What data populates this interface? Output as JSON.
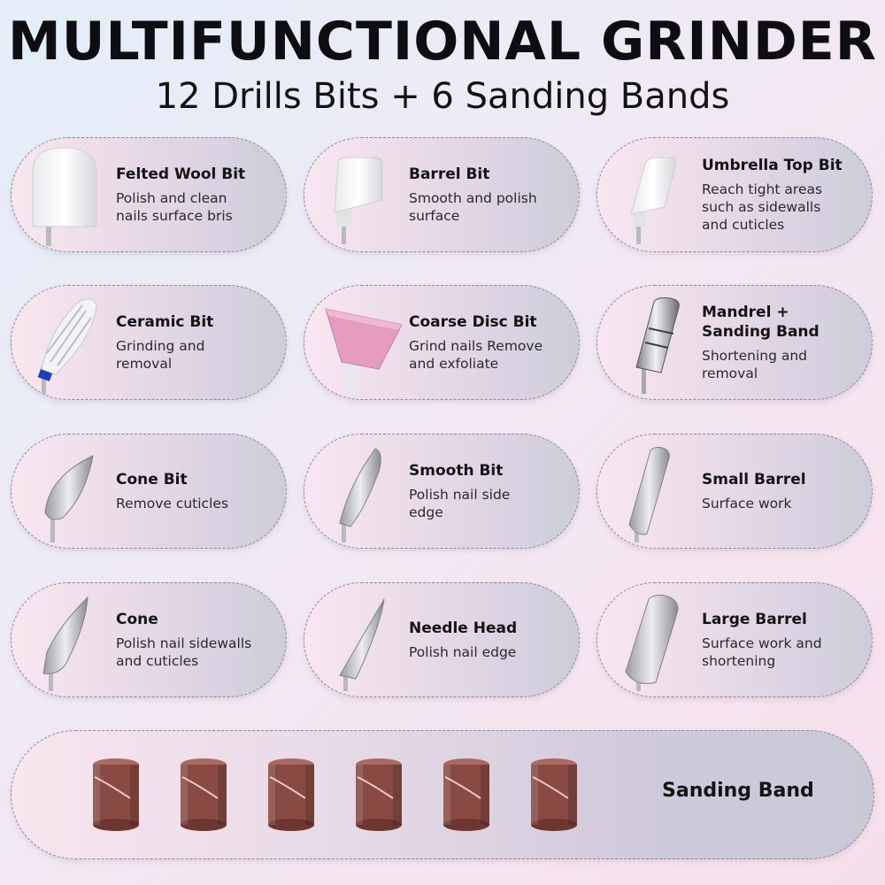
{
  "header": {
    "title": "MULTIFUNCTIONAL GRINDER",
    "subtitle": "12 Drills Bits + 6 Sanding Bands"
  },
  "bits": [
    {
      "name": "Felted Wool Bit",
      "desc1": "Polish and clean",
      "desc2": "nails surface bris",
      "desc3": "",
      "icon": "felted-wool-bit-icon"
    },
    {
      "name": "Barrel Bit",
      "desc1": "Smooth and polish",
      "desc2": "surface",
      "desc3": "",
      "icon": "barrel-bit-icon"
    },
    {
      "name": "Umbrella Top Bit",
      "desc1": "Reach tight areas",
      "desc2": "such as sidewalls",
      "desc3": "and cuticles",
      "icon": "umbrella-top-bit-icon"
    },
    {
      "name": "Ceramic Bit",
      "desc1": "Grinding and",
      "desc2": "removal",
      "desc3": "",
      "icon": "ceramic-bit-icon"
    },
    {
      "name": "Coarse Disc Bit",
      "desc1": "Grind nails Remove",
      "desc2": "and exfoliate",
      "desc3": "",
      "icon": "coarse-disc-bit-icon"
    },
    {
      "name": "Mandrel + Sanding Band",
      "desc1": "Shortening and",
      "desc2": "removal",
      "desc3": "",
      "icon": "mandrel-bit-icon"
    },
    {
      "name": "Cone Bit",
      "desc1": "Remove cuticles",
      "desc2": "",
      "desc3": "",
      "icon": "cone-bit-icon"
    },
    {
      "name": "Smooth Bit",
      "desc1": "Polish nail side",
      "desc2": "edge",
      "desc3": "",
      "icon": "smooth-bit-icon"
    },
    {
      "name": "Small Barrel",
      "desc1": "Surface work",
      "desc2": "",
      "desc3": "",
      "icon": "small-barrel-bit-icon"
    },
    {
      "name": "Cone",
      "desc1": "Polish nail sidewalls",
      "desc2": "and cuticles",
      "desc3": "",
      "icon": "cone-diamond-bit-icon"
    },
    {
      "name": "Needle Head",
      "desc1": "Polish nail edge",
      "desc2": "",
      "desc3": "",
      "icon": "needle-head-bit-icon"
    },
    {
      "name": "Large Barrel",
      "desc1": "Surface work and",
      "desc2": "shortening",
      "desc3": "",
      "icon": "large-barrel-bit-icon"
    }
  ],
  "sanding": {
    "label": "Sanding Band",
    "count": 6,
    "icon": "sanding-band-icon"
  },
  "colors": {
    "sanding_band": "#8a4a44",
    "ceramic_ring": "#1f3fb0",
    "coarse_disc": "#e59cc0"
  }
}
